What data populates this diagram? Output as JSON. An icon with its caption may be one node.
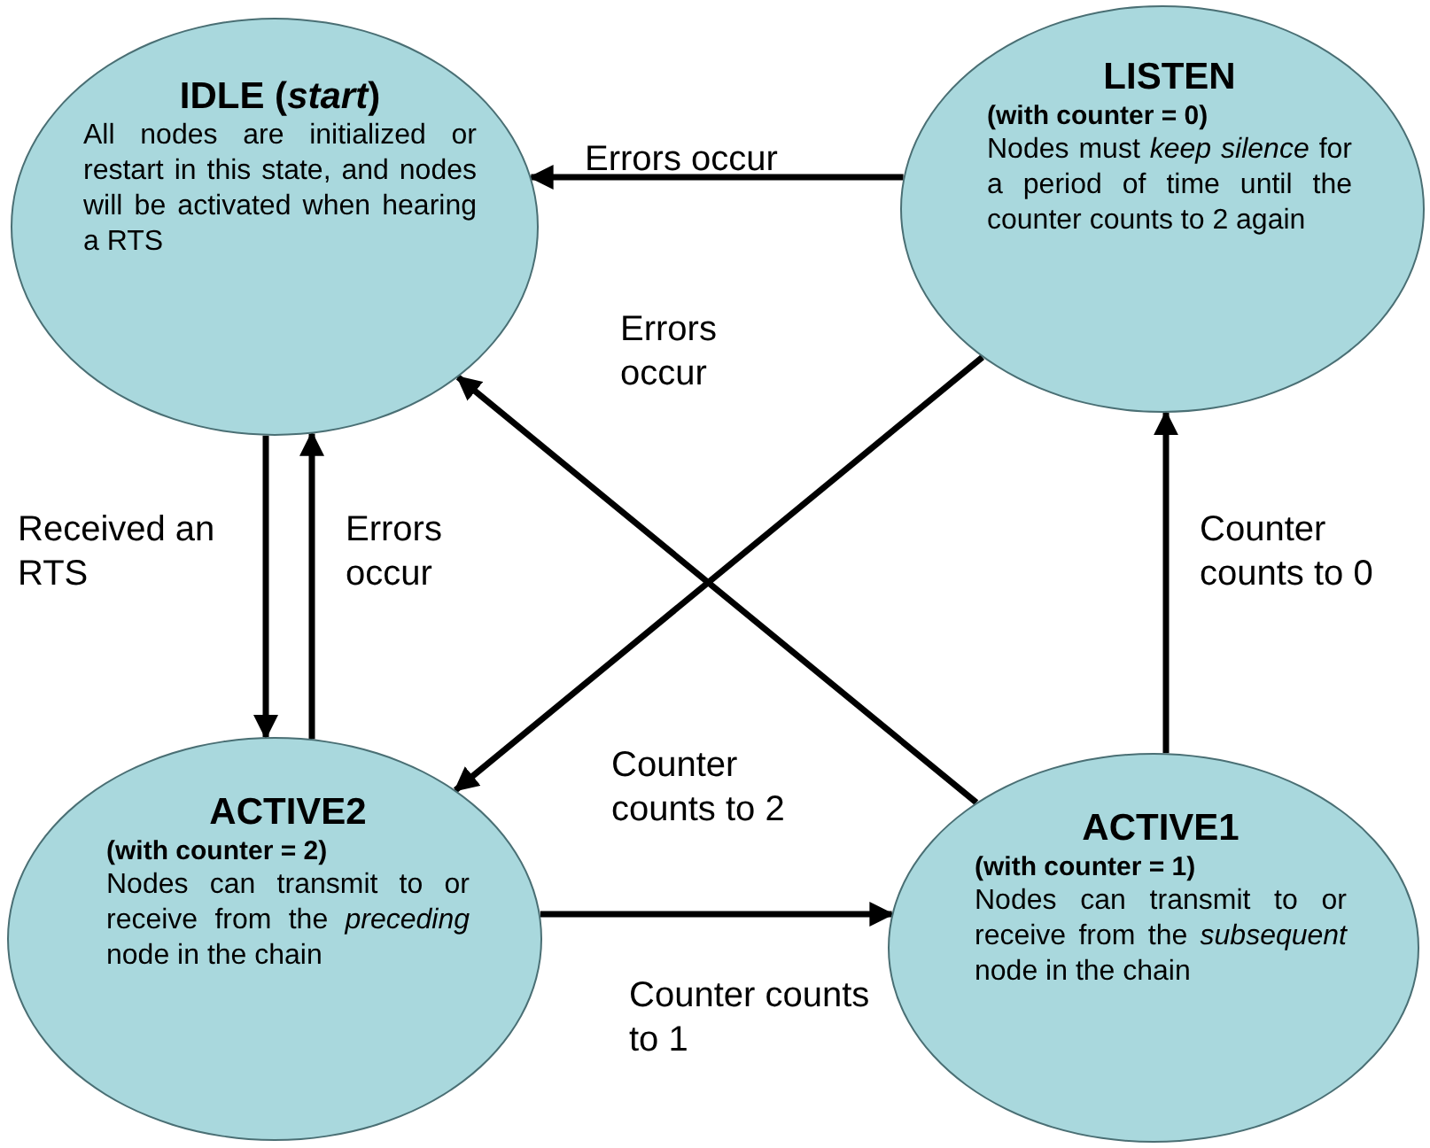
{
  "diagram": {
    "nodes": [
      {
        "text": [
          "IDLE (*start*)",
          "All nodes are initialized or restart in this state, and nodes will be activated when hearing a RTS"
        ]
      },
      {
        "text": [
          "LISTEN",
          "(with counter = 0)",
          "Nodes must *keep silence* for a period of time until the counter counts to 2 again"
        ]
      },
      {
        "text": [
          "ACTIVE2",
          "(with counter = 2)",
          "Nodes can transmit to or receive from the *preceding* node in the chain"
        ]
      },
      {
        "text": [
          "ACTIVE1",
          "(with counter = 1)",
          "Nodes can transmit to or receive from the *subsequent* node in the chain"
        ]
      }
    ],
    "edges": [
      {
        "from": 1,
        "to": 0,
        "arrow": "to",
        "label": "Errors occur"
      },
      {
        "from": 3,
        "to": 0,
        "arrow": "to",
        "label": "Errors occur"
      },
      {
        "from": 0,
        "to": 2,
        "arrow": "to",
        "label": "Received an RTS"
      },
      {
        "from": 2,
        "to": 0,
        "arrow": "to",
        "label": "Errors occur"
      },
      {
        "from": 1,
        "to": 2,
        "arrow": "to",
        "label": "Counter counts to 2"
      },
      {
        "from": 2,
        "to": 3,
        "arrow": "to",
        "label": "Counter counts to 1"
      },
      {
        "from": 3,
        "to": 1,
        "arrow": "to",
        "label": "Counter counts to 0"
      }
    ]
  }
}
